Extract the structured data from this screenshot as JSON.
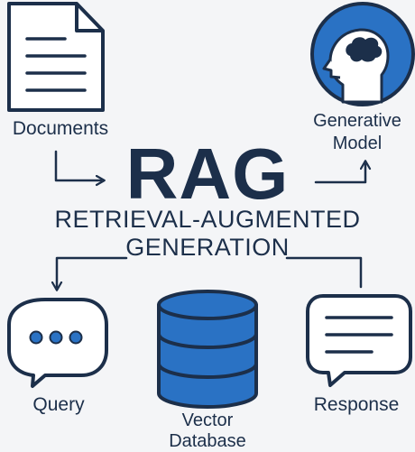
{
  "title": {
    "main": "RAG",
    "line1": "RETRIEVAL-AUGMENTED",
    "line2": "GENERATION"
  },
  "nodes": {
    "documents": {
      "label": "Documents",
      "icon": "document-icon"
    },
    "generative_model": {
      "label_line1": "Generative",
      "label_line2": "Model",
      "icon": "brain-head-icon"
    },
    "query": {
      "label": "Query",
      "icon": "chat-bubble-dots-icon"
    },
    "vector_database": {
      "label_line1": "Vector",
      "label_line2": "Database",
      "icon": "database-icon"
    },
    "response": {
      "label": "Response",
      "icon": "message-lines-icon"
    }
  },
  "colors": {
    "navy": "#1c2f4a",
    "blue": "#2a72c4",
    "background": "#f4f5f7"
  }
}
